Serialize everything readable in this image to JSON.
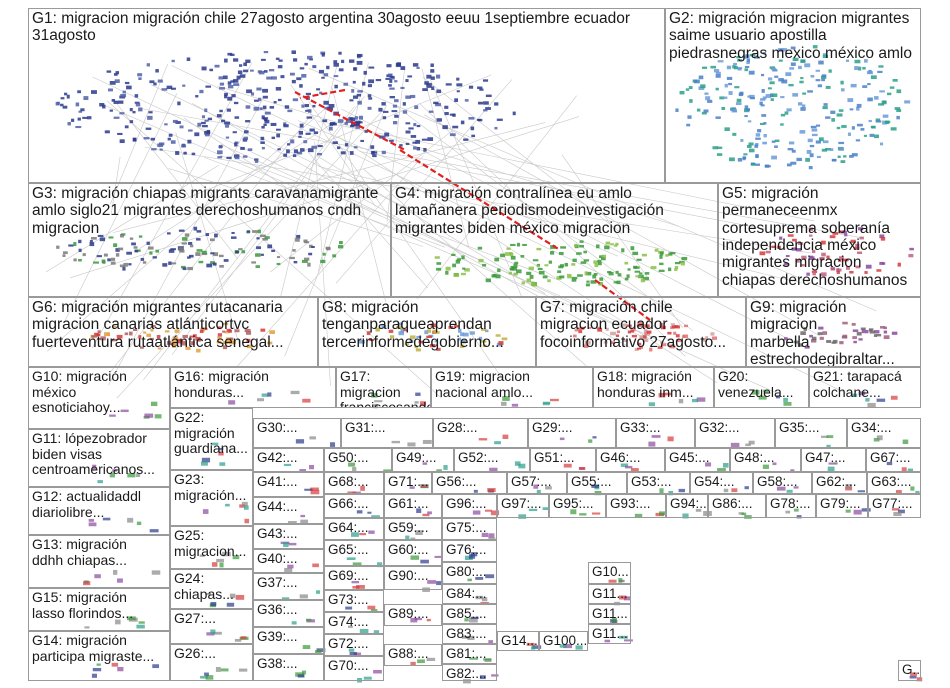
{
  "graph": {
    "groups": [
      {
        "id": "G1",
        "label": "G1: migracion migración chile 27agosto argentina 30agosto eeuu 1septiembre ecuador\n31agosto"
      },
      {
        "id": "G2",
        "label": "G2: migración migracion migrantes\nsaime usuario apostilla\npiedrasnegras mexico méxico amlo"
      },
      {
        "id": "G3",
        "label": "G3: migración chiapas migrants caravanamigrante\namlo siglo21 migrantes derechoshumanos cndh\nmigracion"
      },
      {
        "id": "G4",
        "label": "G4: migración contralínea eu amlo\nlamañanera periodismodeinvestigación\nmigrantes biden méxico migracion"
      },
      {
        "id": "G5",
        "label": "G5: migración\npermaneceenmx\ncortesuprema soberanía\nindependencia méxico\nmigrantes migracion\nchiapas derechoshumanos"
      },
      {
        "id": "G6",
        "label": "G6: migración migrantes rutacanaria\nmigracion canarias atlánticortvc\nfuerteventura rutaatlántica senegal..."
      },
      {
        "id": "G8",
        "label": "G8: migración\ntenganparaqueaprendan\ntercerinformedegobierno..."
      },
      {
        "id": "G7",
        "label": "G7: migración chile\nmigracion ecuador\nfocoinformativo 27agosto..."
      },
      {
        "id": "G9",
        "label": "G9: migración migracion\nmarbella\nestrechodegibraltar..."
      },
      {
        "id": "G10",
        "label": "G10: migración\nméxico\nesnoticiahoy..."
      },
      {
        "id": "G16",
        "label": "G16: migración\nhonduras..."
      },
      {
        "id": "G17",
        "label": "G17: migracion\nfranciscosando..."
      },
      {
        "id": "G19",
        "label": "G19: migracion\nnacional amlo..."
      },
      {
        "id": "G18",
        "label": "G18: migración\nhonduras inm..."
      },
      {
        "id": "G20",
        "label": "G20:\nvenezuela..."
      },
      {
        "id": "G21",
        "label": "G21: tarapacá\ncolchane..."
      },
      {
        "id": "G11",
        "label": "G11: lópezobrador\nbiden visas\ncentroamericanos..."
      },
      {
        "id": "G22",
        "label": "G22:\nmigración\nguardiana..."
      },
      {
        "id": "G12",
        "label": "G12: actualidaddl\ndiariolibre..."
      },
      {
        "id": "G23",
        "label": "G23:\nmigración..."
      },
      {
        "id": "G13",
        "label": "G13: migración\nddhh chiapas..."
      },
      {
        "id": "G25",
        "label": "G25:\nmigracion..."
      },
      {
        "id": "G24",
        "label": "G24:\nchiapas..."
      },
      {
        "id": "G15",
        "label": "G15: migración\nlasso florindos..."
      },
      {
        "id": "G27",
        "label": "G27:..."
      },
      {
        "id": "G14",
        "label": "G14: migración\nparticipa migraste..."
      },
      {
        "id": "G26",
        "label": "G26:..."
      },
      {
        "id": "G30",
        "label": "G30:..."
      },
      {
        "id": "G31",
        "label": "G31:..."
      },
      {
        "id": "G28",
        "label": "G28:..."
      },
      {
        "id": "G29",
        "label": "G29:..."
      },
      {
        "id": "G33",
        "label": "G33:..."
      },
      {
        "id": "G32",
        "label": "G32:..."
      },
      {
        "id": "G35",
        "label": "G35:..."
      },
      {
        "id": "G34",
        "label": "G34:..."
      },
      {
        "id": "G42",
        "label": "G42:..."
      },
      {
        "id": "G50",
        "label": "G50:..."
      },
      {
        "id": "G49",
        "label": "G49:..."
      },
      {
        "id": "G52",
        "label": "G52:..."
      },
      {
        "id": "G51",
        "label": "G51:..."
      },
      {
        "id": "G46",
        "label": "G46:..."
      },
      {
        "id": "G45",
        "label": "G45:..."
      },
      {
        "id": "G48",
        "label": "G48:..."
      },
      {
        "id": "G47",
        "label": "G47:..."
      },
      {
        "id": "G67",
        "label": "G67:..."
      },
      {
        "id": "G41",
        "label": "G41:..."
      },
      {
        "id": "G68",
        "label": "G68:..."
      },
      {
        "id": "G71",
        "label": "G71:..."
      },
      {
        "id": "G56",
        "label": "G56:..."
      },
      {
        "id": "G57",
        "label": "G57:..."
      },
      {
        "id": "G55",
        "label": "G55:..."
      },
      {
        "id": "G53",
        "label": "G53:..."
      },
      {
        "id": "G54",
        "label": "G54:..."
      },
      {
        "id": "G58",
        "label": "G58:..."
      },
      {
        "id": "G62",
        "label": "G62:..."
      },
      {
        "id": "G63",
        "label": "G63:..."
      },
      {
        "id": "G44",
        "label": "G44:..."
      },
      {
        "id": "G66",
        "label": "G66:..."
      },
      {
        "id": "G61",
        "label": "G61:..."
      },
      {
        "id": "G96",
        "label": "G96:..."
      },
      {
        "id": "G97",
        "label": "G97:..."
      },
      {
        "id": "G95",
        "label": "G95:..."
      },
      {
        "id": "G93",
        "label": "G93:..."
      },
      {
        "id": "G94",
        "label": "G94:..."
      },
      {
        "id": "G86",
        "label": "G86:..."
      },
      {
        "id": "G78",
        "label": "G78:..."
      },
      {
        "id": "G79",
        "label": "G79:..."
      },
      {
        "id": "G77",
        "label": "G77:..."
      },
      {
        "id": "G43",
        "label": "G43:..."
      },
      {
        "id": "G64",
        "label": "G64:..."
      },
      {
        "id": "G59",
        "label": "G59:..."
      },
      {
        "id": "G75",
        "label": "G75:..."
      },
      {
        "id": "G40",
        "label": "G40:..."
      },
      {
        "id": "G65",
        "label": "G65:..."
      },
      {
        "id": "G60",
        "label": "G60:..."
      },
      {
        "id": "G76",
        "label": "G76:..."
      },
      {
        "id": "G37",
        "label": "G37:..."
      },
      {
        "id": "G69",
        "label": "G69:..."
      },
      {
        "id": "G90",
        "label": "G90:..."
      },
      {
        "id": "G80",
        "label": "G80:..."
      },
      {
        "id": "G10x",
        "label": "G10..."
      },
      {
        "id": "G36",
        "label": "G36:..."
      },
      {
        "id": "G73",
        "label": "G73:..."
      },
      {
        "id": "G84",
        "label": "G84:..."
      },
      {
        "id": "G11a",
        "label": "G11..."
      },
      {
        "id": "G74",
        "label": "G74:..."
      },
      {
        "id": "G89",
        "label": "G89:..."
      },
      {
        "id": "G85",
        "label": "G85:..."
      },
      {
        "id": "G11b",
        "label": "G11..."
      },
      {
        "id": "G39",
        "label": "G39:..."
      },
      {
        "id": "G72",
        "label": "G72:..."
      },
      {
        "id": "G83",
        "label": "G83:..."
      },
      {
        "id": "G11c",
        "label": "G11..."
      },
      {
        "id": "G88",
        "label": "G88:..."
      },
      {
        "id": "G14x",
        "label": "G14..."
      },
      {
        "id": "G100",
        "label": "G100..."
      },
      {
        "id": "G81",
        "label": "G81:..."
      },
      {
        "id": "G38",
        "label": "G38:..."
      },
      {
        "id": "G70",
        "label": "G70:..."
      },
      {
        "id": "G82",
        "label": "G82:..."
      },
      {
        "id": "Gx",
        "label": "G..."
      }
    ]
  },
  "colors": {
    "box_border": "#9a9a9a",
    "edge_gray": "#c8c8c8",
    "edge_red": "#e02020",
    "node_blue": "#2b3a8c",
    "node_green": "#3a9a3a",
    "node_red": "#d63b3b",
    "node_teal": "#2aa08a",
    "node_purple": "#8a4aa0"
  }
}
